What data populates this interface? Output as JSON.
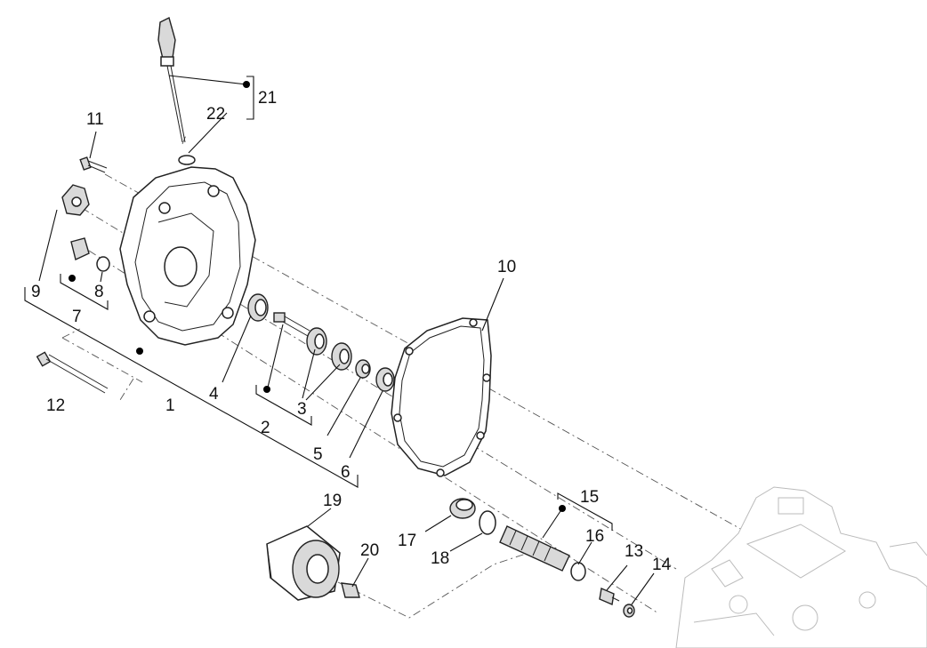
{
  "callouts": {
    "c1": "1",
    "c2": "2",
    "c3": "3",
    "c4": "4",
    "c5": "5",
    "c6": "6",
    "c7": "7",
    "c8": "8",
    "c9": "9",
    "c10": "10",
    "c11": "11",
    "c12": "12",
    "c13": "13",
    "c14": "14",
    "c15": "15",
    "c16": "16",
    "c17": "17",
    "c18": "18",
    "c19": "19",
    "c20": "20",
    "c21": "21",
    "c22": "22"
  },
  "colors": {
    "line": "#222222",
    "part_fill": "#d9d9d9",
    "engine_outline": "#bbbbbb",
    "background": "#ffffff"
  }
}
